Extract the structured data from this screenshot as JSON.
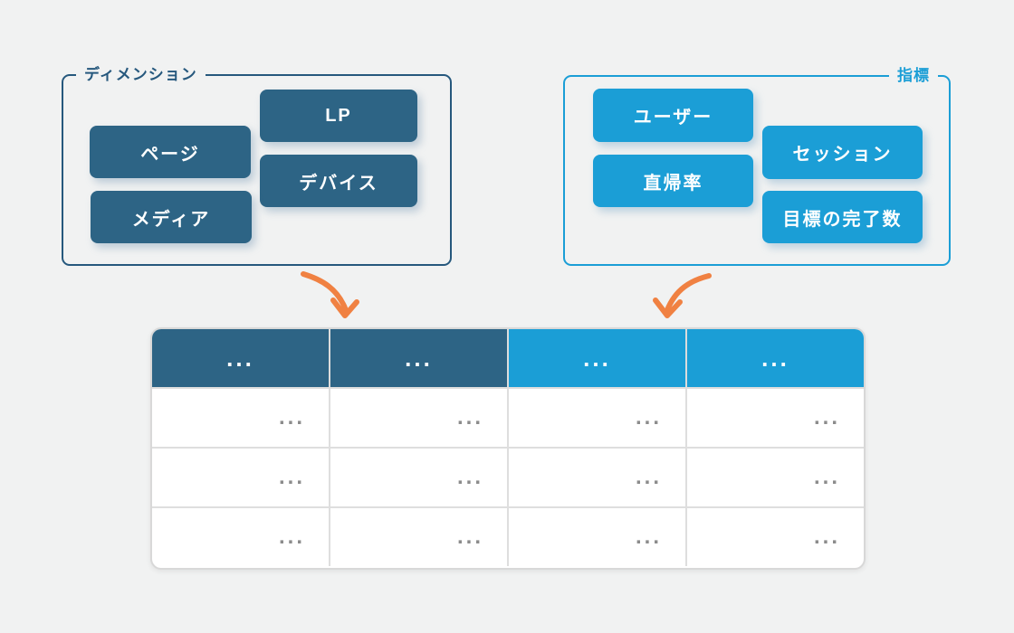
{
  "page": {
    "background_color": "#f1f2f2"
  },
  "dimension_group": {
    "label": "ディメンション",
    "accent_color": "#2d6485",
    "border_color": "#26587d",
    "items": [
      "LP",
      "ページ",
      "デバイス",
      "メディア"
    ]
  },
  "metric_group": {
    "label": "指標",
    "accent_color": "#1b9ed6",
    "border_color": "#1b9ed6",
    "items": [
      "ユーザー",
      "セッション",
      "直帰率",
      "目標の完了数"
    ]
  },
  "arrows": {
    "color": "#f08142"
  },
  "table": {
    "dimension_header_color": "#2d6485",
    "metric_header_color": "#1b9ed6",
    "headers": [
      "...",
      "...",
      "...",
      "..."
    ],
    "rows": [
      [
        "...",
        "...",
        "...",
        "..."
      ],
      [
        "...",
        "...",
        "...",
        "..."
      ],
      [
        "...",
        "...",
        "...",
        "..."
      ]
    ]
  }
}
